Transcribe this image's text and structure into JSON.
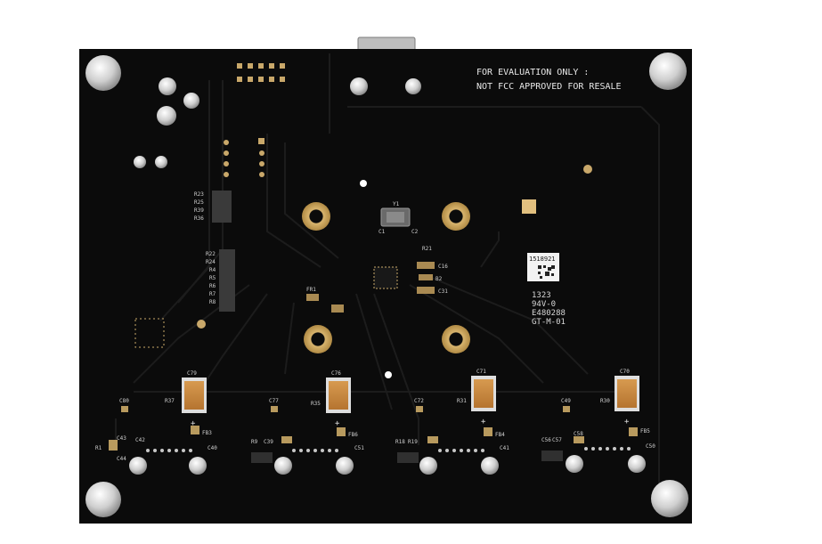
{
  "silkscreen": {
    "notice_line1": "FOR EVALUATION ONLY :",
    "notice_line2": "NOT FCC APPROVED FOR RESALE",
    "label_code": "1518921",
    "mark_line1": "1323",
    "mark_line2": "94V-0",
    "mark_line3": "E480288",
    "mark_line4": "GT-M-01",
    "crystal": "Y1",
    "ferrite": "FR1",
    "caps": [
      "C79",
      "C76",
      "C71",
      "C70"
    ],
    "resistors": [
      "R37",
      "R35",
      "R31",
      "R30"
    ],
    "small_caps": [
      "C80",
      "C77",
      "C72",
      "C49"
    ],
    "ferrite_beads": [
      "FB3",
      "FB6",
      "FB4",
      "FB5"
    ],
    "conn_caps": [
      "C40",
      "C51",
      "C41",
      "C50"
    ],
    "left_labels": [
      "R23",
      "R25",
      "R39",
      "R36"
    ],
    "left_labels2": [
      "R22",
      "R24",
      "R4",
      "R5",
      "R6",
      "R7",
      "R8"
    ],
    "center_labels": [
      "C16",
      "C31",
      "B2",
      "R21",
      "C2",
      "C1"
    ],
    "bottom_small": [
      "R1",
      "C43",
      "C42",
      "C44",
      "R9",
      "C39",
      "R18",
      "R19",
      "C56",
      "C57",
      "C58"
    ]
  },
  "colors": {
    "pcb": "#0b0b0b",
    "copper_pad": "#c9a86a",
    "tantalum": "#c7873e",
    "silver": "#d4d4d4"
  }
}
